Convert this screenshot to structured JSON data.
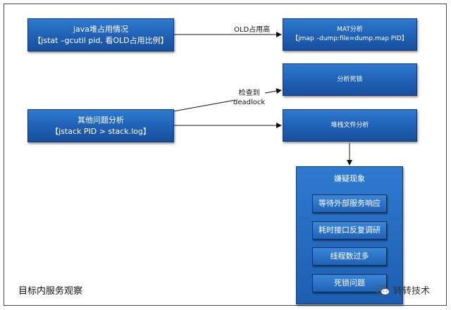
{
  "nodes": {
    "heap": {
      "line1": "java堆占用情况",
      "line2": "【jstat –gcutil pid, 看OLD占用比例】"
    },
    "mat": {
      "line1": "MAT分析",
      "line2": "【jmap –dump:file=dump.map PID】"
    },
    "deadlock": {
      "line1": "分析死锁"
    },
    "other": {
      "line1": "其他问题分析",
      "line2": "【jstack PID > stack.log】"
    },
    "stack": {
      "line1": "堆栈文件分析"
    }
  },
  "suspect": {
    "title": "嫌疑现象",
    "items": [
      "等待外部服务响应",
      "耗时接口反复调研",
      "线程数过多",
      "死锁问题"
    ]
  },
  "edge_labels": {
    "old_high": "OLD占用高",
    "found_deadlock_1": "检查到",
    "found_deadlock_2": "deadlock"
  },
  "footer": "目标内服务观察",
  "watermark": {
    "text": "转转技术",
    "icon": "wechat-icon"
  },
  "colors": {
    "box": "#1f60b4",
    "border": "#0d3a75",
    "frame": "#444444"
  }
}
